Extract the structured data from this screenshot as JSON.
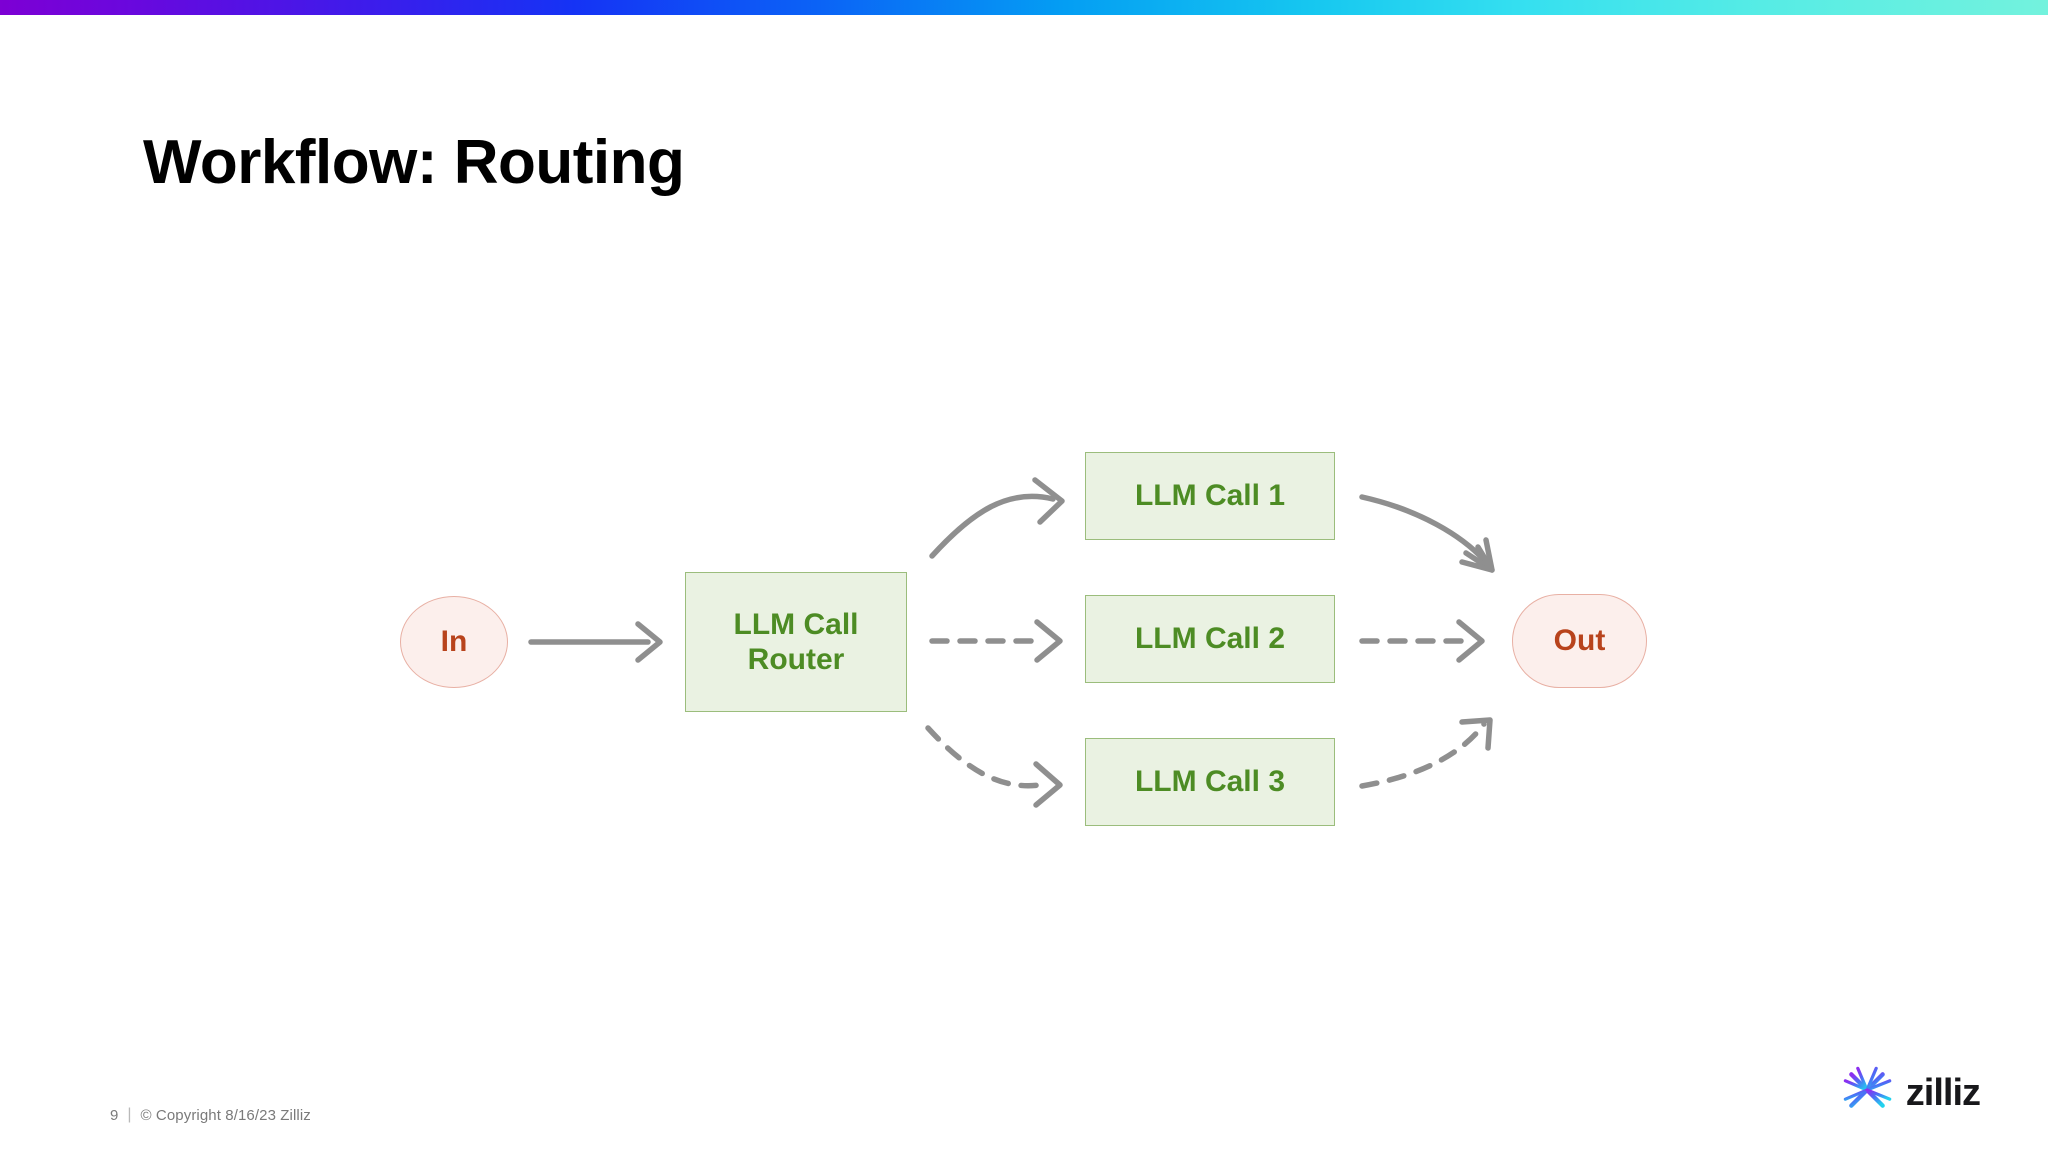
{
  "slide": {
    "title": "Workflow: Routing",
    "page_number": "9",
    "divider": "|",
    "copyright": "© Copyright  8/16/23  Zilliz",
    "background_color": "#ffffff"
  },
  "top_bar": {
    "gradient_from": "#7d00d4",
    "gradient_mid": "#0b63f6",
    "gradient_to": "#73f2dd"
  },
  "brand": {
    "name": "zilliz",
    "logo_icon": "zilliz-star-burst-icon",
    "logo_gradient_from": "#7a3cf0",
    "logo_gradient_to": "#22d3ee"
  },
  "diagram": {
    "type": "flowchart",
    "accent_green_fill": "#eaf2e2",
    "accent_green_border": "#9bbd7c",
    "accent_green_text": "#4d8c24",
    "accent_pink_fill": "#fcefec",
    "accent_pink_border": "#e8b0a4",
    "accent_pink_text": "#b8431c",
    "connector_color": "#8f8f8f",
    "nodes": [
      {
        "id": "in",
        "label": "In",
        "shape": "ellipse",
        "style": "pink"
      },
      {
        "id": "router",
        "label": "LLM Call\nRouter",
        "shape": "rectangle",
        "style": "green"
      },
      {
        "id": "llm1",
        "label": "LLM Call 1",
        "shape": "rectangle",
        "style": "green"
      },
      {
        "id": "llm2",
        "label": "LLM Call 2",
        "shape": "rectangle",
        "style": "green"
      },
      {
        "id": "llm3",
        "label": "LLM Call 3",
        "shape": "rectangle",
        "style": "green"
      },
      {
        "id": "out",
        "label": "Out",
        "shape": "pill",
        "style": "pink"
      }
    ],
    "router_label_line1": "LLM Call",
    "router_label_line2": "Router",
    "edges": [
      {
        "id": "in-to-router",
        "from": "in",
        "to": "router",
        "style": "solid",
        "curve": "straight"
      },
      {
        "id": "router-to-llm1",
        "from": "router",
        "to": "llm1",
        "style": "solid",
        "curve": "up"
      },
      {
        "id": "router-to-llm2",
        "from": "router",
        "to": "llm2",
        "style": "dashed",
        "curve": "straight"
      },
      {
        "id": "router-to-llm3",
        "from": "router",
        "to": "llm3",
        "style": "dashed",
        "curve": "down"
      },
      {
        "id": "llm1-to-out",
        "from": "llm1",
        "to": "out",
        "style": "solid",
        "curve": "down"
      },
      {
        "id": "llm2-to-out",
        "from": "llm2",
        "to": "out",
        "style": "dashed",
        "curve": "straight"
      },
      {
        "id": "llm3-to-out",
        "from": "llm3",
        "to": "out",
        "style": "dashed",
        "curve": "up"
      }
    ]
  }
}
